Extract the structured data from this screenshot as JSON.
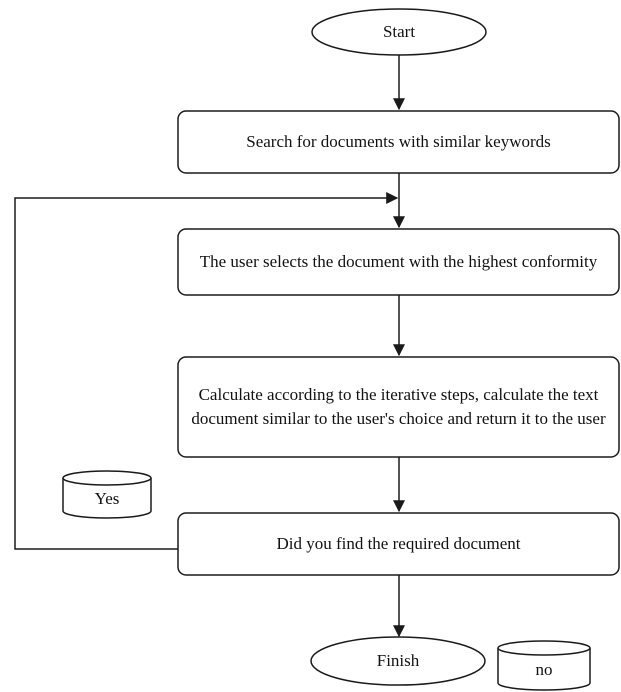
{
  "flowchart": {
    "start_label": "Start",
    "step_search": "Search for documents with similar keywords",
    "step_select": "The user selects the document with the highest conformity",
    "step_calculate": "Calculate according to the iterative steps, calculate the text document similar to the user's choice and return it to the user",
    "decision": "Did you find the required document",
    "yes_label": "Yes",
    "finish_label": "Finish",
    "no_label": "no"
  },
  "colors": {
    "stroke": "#1a1a1a",
    "fill": "#ffffff"
  }
}
